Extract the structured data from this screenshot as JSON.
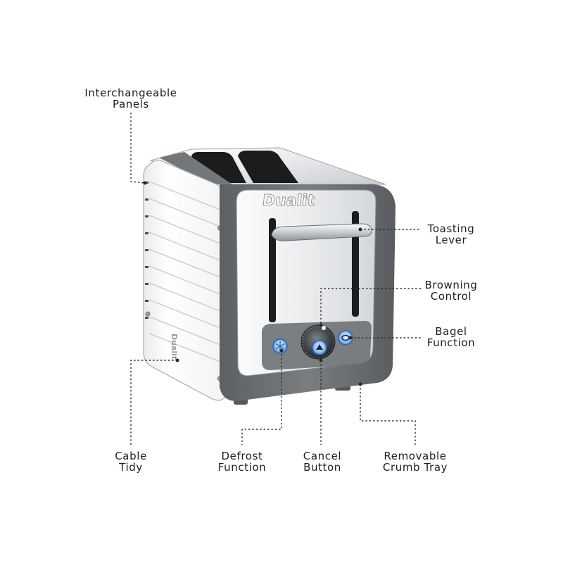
{
  "brand": {
    "front_logo": "Dualit",
    "side_logo": "Dualit"
  },
  "colors": {
    "body_grey": "#6f7274",
    "chrome_light": "#f2f3f4",
    "panel_white": "#f7f8f9",
    "slot_dark": "#1b1c1e",
    "button_blue": "#2f7fd8",
    "leader_line": "#2a2a2a"
  },
  "callouts": {
    "interchangeable_panels": [
      "Interchangeable",
      "Panels"
    ],
    "toasting_lever": [
      "Toasting",
      "Lever"
    ],
    "browning_control": [
      "Browning",
      "Control"
    ],
    "bagel_function": [
      "Bagel",
      "Function"
    ],
    "cable_tidy": [
      "Cable",
      "Tidy"
    ],
    "defrost_function": [
      "Defrost",
      "Function"
    ],
    "cancel_button": [
      "Cancel",
      "Button"
    ],
    "removable_crumb_tray": [
      "Removable",
      "Crumb Tray"
    ]
  },
  "icons": {
    "defrost": "snowflake-icon",
    "cancel": "eject-triangle-icon",
    "bagel": "bagel-ring-icon"
  }
}
